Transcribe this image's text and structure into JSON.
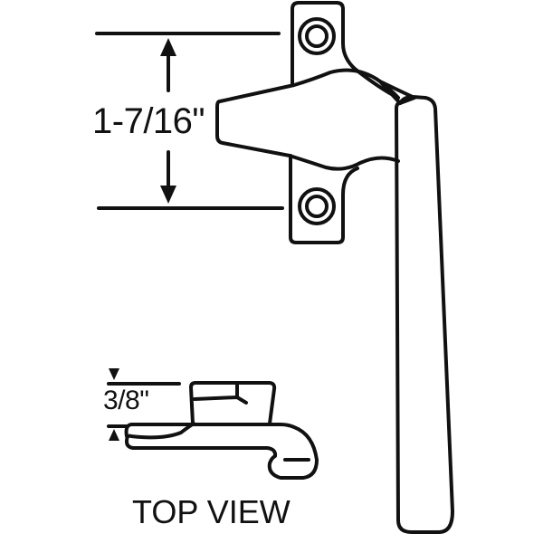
{
  "diagram": {
    "subject": "window handle hardware drawing",
    "colors": {
      "stroke": "#111111",
      "background": "#ffffff"
    },
    "dimensions": {
      "hole_spacing": "1-7/16\"",
      "top_view_height": "3/8\""
    },
    "views": {
      "top_view_label": "TOP VIEW"
    }
  }
}
